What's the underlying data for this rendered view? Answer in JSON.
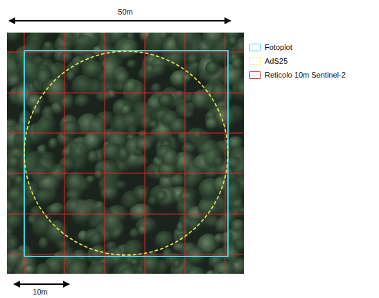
{
  "diagram": {
    "labels": [
      "50m",
      "10m"
    ],
    "legend": [
      {
        "text": "Fotoplot"
      },
      {
        "text": "AdS25"
      },
      {
        "text": "Reticolo 10m Sentinel-2"
      }
    ]
  }
}
